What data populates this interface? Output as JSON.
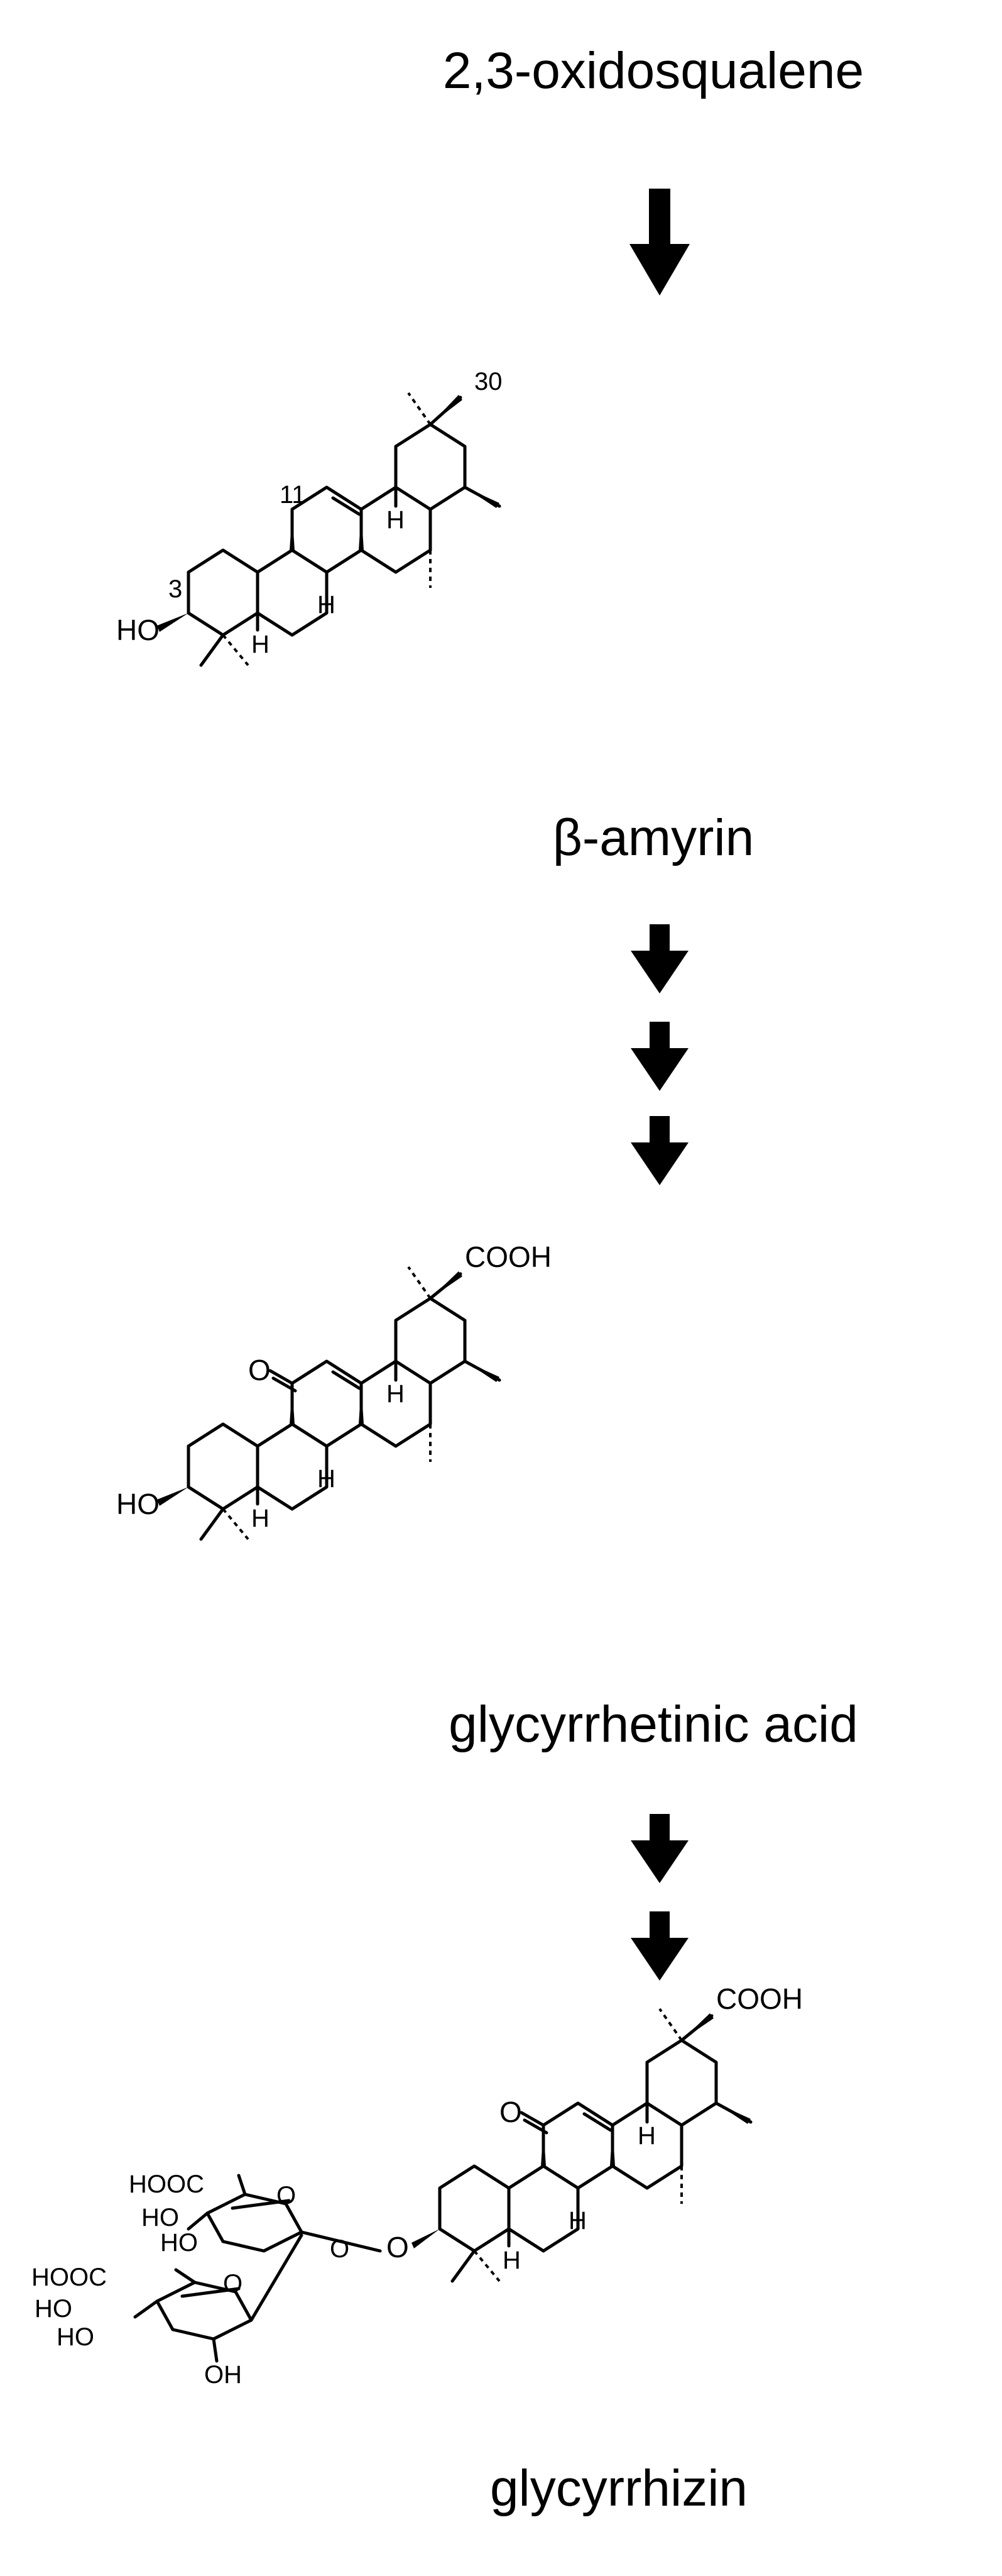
{
  "pathway": {
    "start": "2,3-oxidosqualene",
    "compounds": [
      {
        "name": "β-amyrin",
        "labels": {
          "c30": "30",
          "c11": "11",
          "c3": "3",
          "ho": "HO",
          "h1": "H",
          "h2": "H",
          "h3": "H"
        }
      },
      {
        "name": "glycyrrhetinic acid",
        "labels": {
          "cooh": "COOH",
          "o": "O",
          "ho": "HO",
          "h1": "H",
          "h2": "H",
          "h3": "H"
        }
      },
      {
        "name": "glycyrrhizin",
        "labels": {
          "cooh": "COOH",
          "o": "O",
          "h1": "H",
          "h2": "H",
          "h3": "H",
          "o_link": "O",
          "g1_hooc": "HOOC",
          "g1_ho1": "HO",
          "g1_ho2": "HO",
          "g1_oring": "O",
          "g1_o": "O",
          "g2_hooc": "HOOC",
          "g2_ho1": "HO",
          "g2_ho2": "HO",
          "g2_oring": "O",
          "g2_oh": "OH"
        }
      }
    ]
  }
}
